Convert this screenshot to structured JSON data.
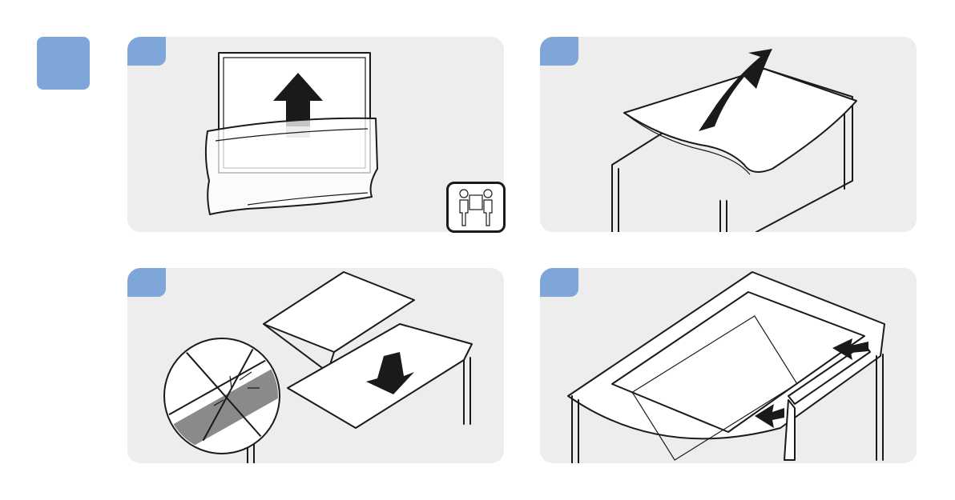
{
  "panels": [
    {
      "id": "p1",
      "icon": "lift-tv-from-bag"
    },
    {
      "id": "p2",
      "icon": "lay-protective-sheet"
    },
    {
      "id": "p3",
      "icon": "place-tv-face-down"
    },
    {
      "id": "p4",
      "icon": "remove-stand"
    }
  ],
  "colors": {
    "badge": "#7ea6d8",
    "panel_bg": "#ededed",
    "ink": "#1a1a1a"
  },
  "notice_icon": "two-persons-icon"
}
